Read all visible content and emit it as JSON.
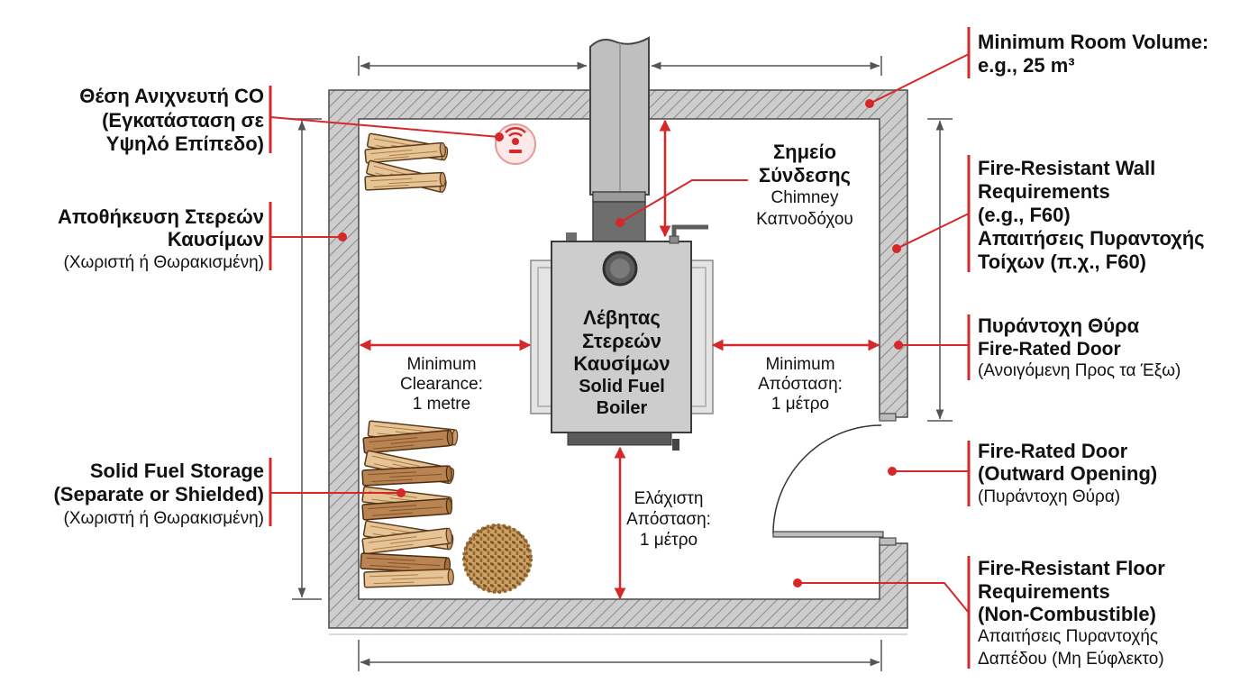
{
  "labels": {
    "co_detector": [
      "Θέση Ανιχνευτή CO",
      "(Εγκατάσταση σε",
      "Υψηλό Επίπεδο)"
    ],
    "fuel_storage_gr": [
      "Αποθήκευση Στερεών",
      "Καυσίμων",
      "(Χωριστή ή Θωρακισμένη)"
    ],
    "fuel_storage_en": [
      "Solid Fuel Storage",
      "(Separate or Shielded)",
      "(Χωριστή ή Θωρακισμένη)"
    ],
    "chimney_connection": [
      "Σημείο",
      "Σύνδεσης",
      "Chimney",
      "Καπνοδόχου"
    ],
    "boiler": [
      "Λέβητας",
      "Στερεών",
      "Καυσίμων",
      "Solid Fuel",
      "Boiler"
    ],
    "clearance_left": [
      "Minimum",
      "Clearance:",
      "1 metre"
    ],
    "clearance_right": [
      "Minimum",
      "Απόσταση:",
      "1 μέτρο"
    ],
    "clearance_bottom": [
      "Ελάχιστη",
      "Απόσταση:",
      "1 μέτρο"
    ],
    "room_volume": [
      "Minimum Room Volume:",
      "e.g., 25 m³"
    ],
    "fire_wall": [
      "Fire-Resistant Wall",
      "Requirements",
      "(e.g., F60)",
      "Απαιτήσεις Πυραντοχής",
      "Τοίχων (π.χ., F60)"
    ],
    "fire_door_gr": [
      "Πυράντοχη Θύρα",
      "Fire-Rated Door",
      "(Ανοιγόμενη Προς τα Έξω)"
    ],
    "fire_door_en": [
      "Fire-Rated Door",
      "(Outward Opening)",
      "(Πυράντοχη Θύρα)"
    ],
    "fire_floor": [
      "Fire-Resistant Floor",
      "Requirements",
      "(Non-Combustible)",
      "Απαιτήσεις Πυραντοχής",
      "Δαπέδου (Μη Εύφλεκτο)"
    ]
  },
  "icons": {
    "co_detector": "co-detector-icon",
    "firewood_small": "firewood-stack-icon",
    "firewood_large": "firewood-stack-icon",
    "pellets": "wood-pellets-icon",
    "boiler": "boiler-icon",
    "chimney": "chimney-pipe-icon",
    "door": "door-swing-icon"
  },
  "colors": {
    "accent_red": "#d62828",
    "text": "#111111",
    "dimension_line": "#555555",
    "wall_fill": "#cdcdcd",
    "wall_hatch": "#7a7a7a",
    "boiler_body": "#cdcdcd"
  }
}
